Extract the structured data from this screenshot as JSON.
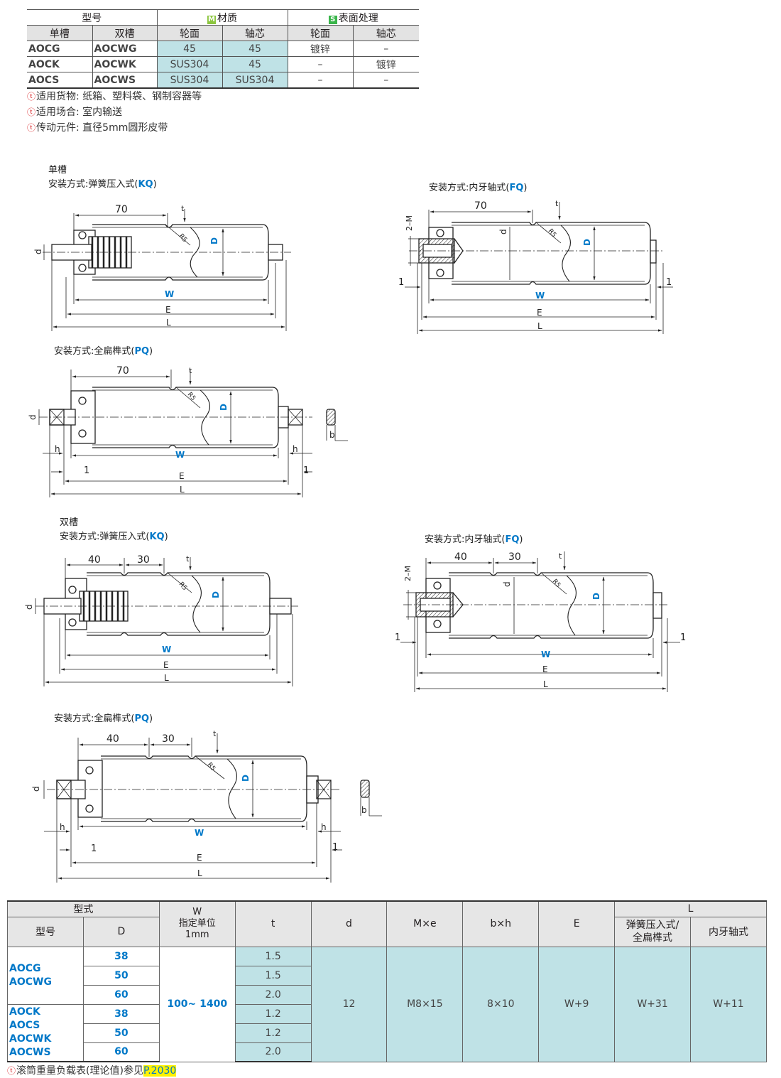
{
  "material_table": {
    "header": {
      "model": "型号",
      "material": "材质",
      "surface": "表面处理",
      "material_tag": "M",
      "surface_tag": "S"
    },
    "subheader": [
      "单槽",
      "双槽",
      "轮面",
      "轴芯",
      "轮面",
      "轴芯"
    ],
    "rows": [
      [
        "AOCG",
        "AOCWG",
        "45",
        "45",
        "镀锌",
        "–"
      ],
      [
        "AOCK",
        "AOCWK",
        "SUS304",
        "45",
        "–",
        "镀锌"
      ],
      [
        "AOCS",
        "AOCWS",
        "SUS304",
        "SUS304",
        "–",
        "–"
      ]
    ]
  },
  "notes": [
    "适用货物: 纸箱、塑料袋、钢制容器等",
    "适用场合: 室内输送",
    "传动元件: 直径5mm圆形皮带"
  ],
  "sections": {
    "single": "单槽",
    "double": "双槽"
  },
  "captions": {
    "kq_prefix": "安装方式:弹簧压入式(",
    "kq_code": "KQ",
    "fq_prefix": "安装方式:内牙轴式(",
    "fq_code": "FQ",
    "pq_prefix": "安装方式:全扁榫式(",
    "pq_code": "PQ",
    "suffix": ")"
  },
  "drawing_labels": {
    "dim70": "70",
    "dim40": "40",
    "dim30": "30",
    "t": "t",
    "d": "d",
    "D": "D",
    "W": "W",
    "E": "E",
    "L": "L",
    "h": "h",
    "b": "b",
    "one": "1",
    "two_m": "2–M",
    "r5": "R5"
  },
  "spec_table": {
    "headers": {
      "type": "型式",
      "model": "型号",
      "D": "D",
      "W_line1": "W",
      "W_line2": "指定单位",
      "W_line3": "1mm",
      "t": "t",
      "d": "d",
      "Me": "M×e",
      "bh": "b×h",
      "E": "E",
      "L": "L",
      "L_kq_line1": "弹簧压入式/",
      "L_kq_line2": "全扁榫式",
      "L_fq": "内牙轴式"
    },
    "group1_models": [
      "AOCG",
      "AOCWG"
    ],
    "group2_models": [
      "AOCK",
      "AOCS",
      "AOCWK",
      "AOCWS"
    ],
    "D_values": [
      "38",
      "50",
      "60",
      "38",
      "50",
      "60"
    ],
    "t_values": [
      "1.5",
      "1.5",
      "2.0",
      "1.2",
      "1.2",
      "2.0"
    ],
    "W_range": "100~ 1400",
    "d_value": "12",
    "Me_value": "M8×15",
    "bh_value": "8×10",
    "E_value": "W+9",
    "L_kq_value": "W+31",
    "L_fq_value": "W+11"
  },
  "footnote": {
    "text": "滚筒重量负载表(理论值)参见",
    "ref": "P.2030"
  },
  "colors": {
    "accent_blue": "#0078c8",
    "teal_fill": "#bfe2e6",
    "header_gray": "#e3e3e3",
    "note_red": "#d7191c",
    "highlight_yellow": "#fff200"
  }
}
